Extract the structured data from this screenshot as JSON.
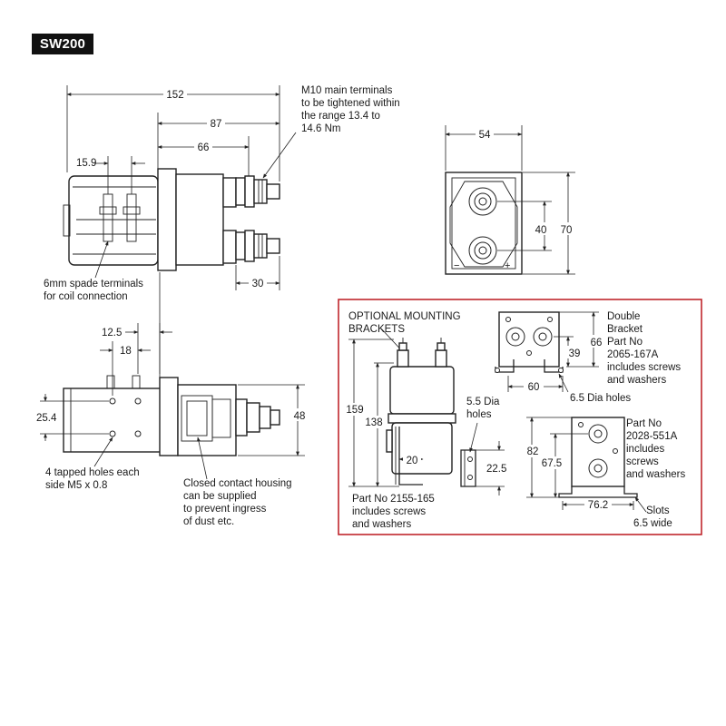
{
  "title": "SW200",
  "side_view": {
    "dim_overall": "152",
    "dim_87": "87",
    "dim_66": "66",
    "dim_spade_pitch": "15.9",
    "dim_terminal": "30",
    "note_m10": [
      "M10 main terminals",
      "to be tightened within",
      "the range 13.4 to",
      "14.6 Nm"
    ],
    "note_spade": [
      "6mm spade terminals",
      "for coil connection"
    ]
  },
  "end_view": {
    "dim_width": "54",
    "dim_40": "40",
    "dim_70": "70"
  },
  "top_view": {
    "dim_12_5": "12.5",
    "dim_18": "18",
    "dim_25_4": "25.4",
    "dim_48": "48",
    "note_holes": [
      "4 tapped holes each",
      "side M5 x 0.8"
    ],
    "note_housing": [
      "Closed contact housing",
      "can be supplied",
      "to prevent ingress",
      "of dust etc."
    ]
  },
  "brackets": {
    "heading": [
      "OPTIONAL MOUNTING",
      "BRACKETS"
    ],
    "single": {
      "dim_159": "159",
      "dim_138": "138",
      "dim_20": "20",
      "dim_22_5": "22.5",
      "hole_note": [
        "5.5 Dia",
        "holes"
      ],
      "part_label": [
        "Part No 2155-165",
        "includes screws",
        "and washers"
      ]
    },
    "double": {
      "label": [
        "Double",
        "Bracket",
        "Part No",
        "2065-167A",
        "includes screws",
        "and washers"
      ],
      "dim_66": "66",
      "dim_39": "39",
      "dim_60": "60",
      "hole_note": "6.5 Dia holes"
    },
    "angle": {
      "label": [
        "Part No",
        "2028-551A",
        "includes",
        "screws",
        "and washers"
      ],
      "dim_82": "82",
      "dim_67_5": "67.5",
      "dim_76_2": "76.2",
      "slot_note": [
        "Slots",
        "6.5 wide"
      ]
    },
    "border_color": "#c0262c"
  }
}
